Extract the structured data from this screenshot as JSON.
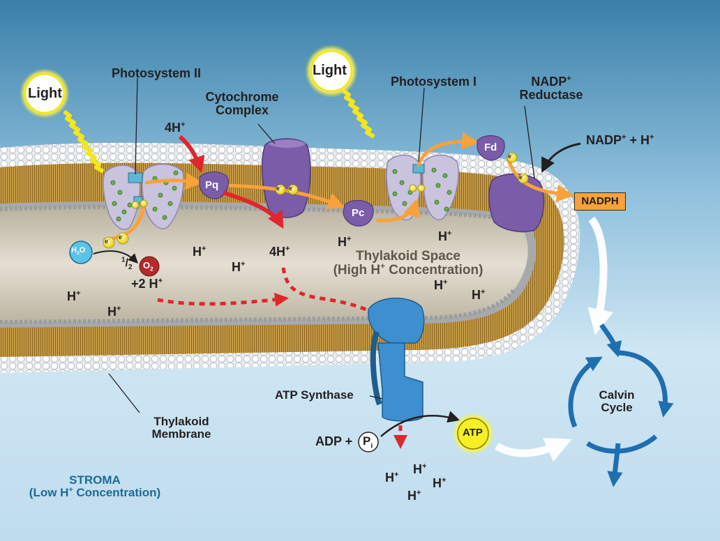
{
  "labels": {
    "photosystem_ii": "Photosystem II",
    "cytochrome_complex": [
      "Cytochrome",
      "Complex"
    ],
    "photosystem_i": "Photosystem I",
    "nadp_reductase": [
      "NADP",
      "+",
      "Reductase"
    ],
    "light_1": "Light",
    "light_2": "Light",
    "four_h_top": [
      "4H",
      "+"
    ],
    "four_h_mid": [
      "4H",
      "+"
    ],
    "nadp_plus_h": [
      "NADP",
      "+",
      " + H",
      "+"
    ],
    "nadph": "NADPH",
    "thylakoid_space": [
      "Thylakoid Space",
      "(High H",
      "+",
      " Concentration)"
    ],
    "atp_synthase": "ATP Synthase",
    "adp_pi": [
      "ADP + ",
      "P",
      "i"
    ],
    "atp": "ATP",
    "calvin_cycle": [
      "Calvin",
      "Cycle"
    ],
    "thylakoid_membrane": [
      "Thylakoid",
      "Membrane"
    ],
    "stroma": [
      "STROMA",
      "(Low H",
      "+",
      " Concentration)"
    ],
    "water": [
      "H",
      "2",
      "O"
    ],
    "half_o2": [
      "1",
      "/",
      "2"
    ],
    "o2": [
      "O",
      "2"
    ],
    "plus_2h": [
      "+2 H",
      "+"
    ],
    "proteins": {
      "pq": "Pq",
      "pc": "Pc",
      "fd": "Fd"
    },
    "electron": [
      "e",
      "-"
    ],
    "h_ion": [
      "H",
      "+"
    ]
  },
  "colors": {
    "stroma_blue": "#3f86ad",
    "membrane_gold": "#b78c3a",
    "lumen": "#cdc7b8",
    "protein_purple": "#7b5ca8",
    "photosystem_lavender": "#c9c3dd",
    "electron_path": "#f7a23a",
    "proton_red": "#e0262b",
    "light_yellow": "#f3e61c",
    "atp_synthase_blue": "#3d8fcf",
    "calvin_blue": "#1f6fb0"
  }
}
